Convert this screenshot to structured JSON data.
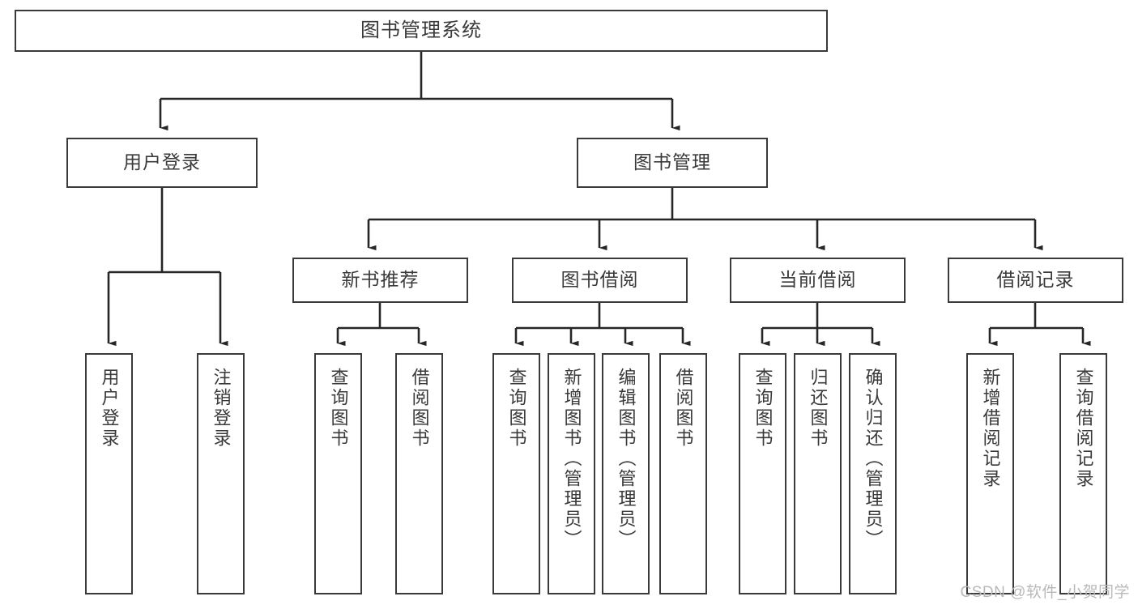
{
  "diagram": {
    "title": "图书管理系统",
    "type": "tree-hierarchy",
    "watermark": "CSDN @软件_小贺同学",
    "colors": {
      "node_border": "#3a3a3a",
      "node_fill": "#ffffff",
      "edge": "#262626",
      "text": "#3a3a3a",
      "watermark": "#b9b9b9",
      "background": "#ffffff"
    },
    "nodes": {
      "root": {
        "label": "图书管理系统"
      },
      "level2": [
        {
          "id": "user-login",
          "label": "用户登录"
        },
        {
          "id": "book-manage",
          "label": "图书管理"
        }
      ],
      "level3": [
        {
          "id": "new-book-rec",
          "label": "新书推荐"
        },
        {
          "id": "book-borrow",
          "label": "图书借阅"
        },
        {
          "id": "current-borrow",
          "label": "当前借阅"
        },
        {
          "id": "borrow-record",
          "label": "借阅记录"
        }
      ],
      "leaves": {
        "user-login": [
          {
            "id": "leaf-user-login",
            "label": "用户登录"
          },
          {
            "id": "leaf-logout",
            "label": "注销登录"
          }
        ],
        "new-book-rec": [
          {
            "id": "leaf-query-book-1",
            "label": "查询图书"
          },
          {
            "id": "leaf-borrow-book-1",
            "label": "借阅图书"
          }
        ],
        "book-borrow": [
          {
            "id": "leaf-query-book-2",
            "label": "查询图书"
          },
          {
            "id": "leaf-add-book",
            "label": "新增图书（管理员）"
          },
          {
            "id": "leaf-edit-book",
            "label": "编辑图书（管理员）"
          },
          {
            "id": "leaf-borrow-book-2",
            "label": "借阅图书"
          }
        ],
        "current-borrow": [
          {
            "id": "leaf-query-book-3",
            "label": "查询图书"
          },
          {
            "id": "leaf-return-book",
            "label": "归还图书"
          },
          {
            "id": "leaf-confirm-return",
            "label": "确认归还（管理员）"
          }
        ],
        "borrow-record": [
          {
            "id": "leaf-add-record",
            "label": "新增借阅记录"
          },
          {
            "id": "leaf-query-record",
            "label": "查询借阅记录"
          }
        ]
      }
    }
  }
}
